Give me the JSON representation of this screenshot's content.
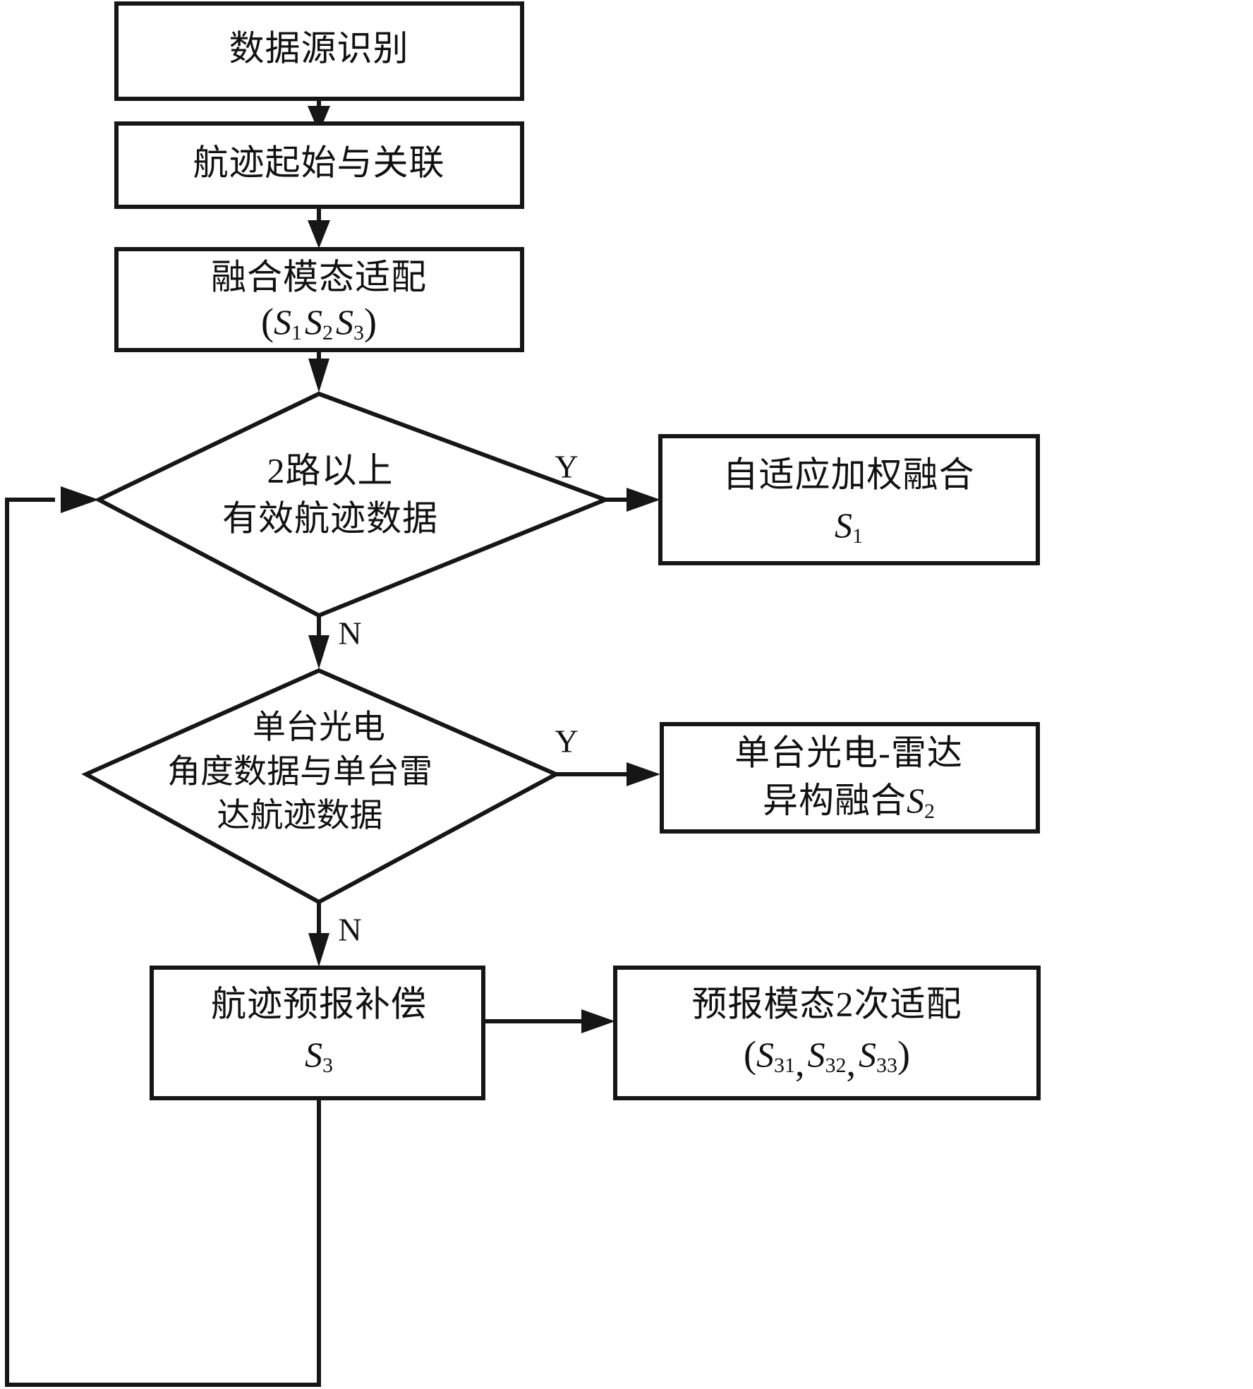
{
  "diagram": {
    "type": "flowchart",
    "title": "",
    "background_color": "#ffffff",
    "line_color": "#161616",
    "text_color": "#111111"
  },
  "nodes": {
    "n1": {
      "shape": "process",
      "line1": "数据源识别"
    },
    "n2": {
      "shape": "process",
      "line1": "航迹起始与关联"
    },
    "n3": {
      "shape": "process",
      "line1": "融合模态适配",
      "line2_open": "(",
      "line2_s1": "S",
      "line2_sub1": "1",
      "line2_s2": "S",
      "line2_sub2": "2",
      "line2_s3": "S",
      "line2_sub3": "3",
      "line2_close": ")"
    },
    "d1": {
      "shape": "decision",
      "line1": "2路以上",
      "line2": "有效航迹数据"
    },
    "n4": {
      "shape": "process",
      "line1": "自适应加权融合",
      "line2_s": "S",
      "line2_sub": "1"
    },
    "d2": {
      "shape": "decision",
      "line1": "单台光电",
      "line2": "角度数据与单台雷",
      "line3": "达航迹数据"
    },
    "n5": {
      "shape": "process",
      "line1": "单台光电-雷达",
      "line2_cjk": "异构融合",
      "line2_s": "S",
      "line2_sub": "2"
    },
    "n6": {
      "shape": "process",
      "line1": "航迹预报补偿",
      "line2_s": "S",
      "line2_sub": "3"
    },
    "n7": {
      "shape": "process",
      "line1": "预报模态2次适配",
      "line2_open": "(",
      "line2_s1": "S",
      "line2_sub1": "31",
      "line2_c1": ",",
      "line2_s2": "S",
      "line2_sub2": "32",
      "line2_c2": ",",
      "line2_s3": "S",
      "line2_sub3": "33",
      "line2_close": ")"
    }
  },
  "edge_labels": {
    "d1_yes": "Y",
    "d1_no": "N",
    "d2_yes": "Y",
    "d2_no": "N"
  }
}
